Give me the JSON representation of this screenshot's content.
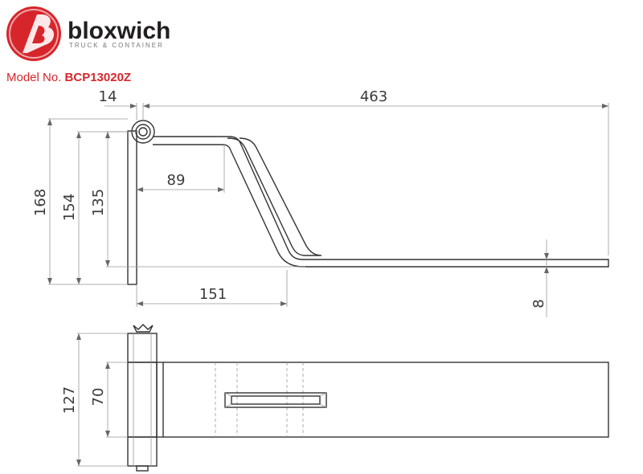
{
  "brand": {
    "name": "bloxwich",
    "tagline": "TRUCK & CONTAINER",
    "logo_red": "#d7262b",
    "logo_dark": "#231f20"
  },
  "model": {
    "label": "Model No.",
    "number": "BCP13020Z",
    "color": "#d7262b"
  },
  "dimensions": {
    "d14": "14",
    "d463": "463",
    "d168": "168",
    "d154": "154",
    "d135": "135",
    "d89": "89",
    "d151": "151",
    "d8": "8",
    "d127": "127",
    "d70": "70"
  }
}
